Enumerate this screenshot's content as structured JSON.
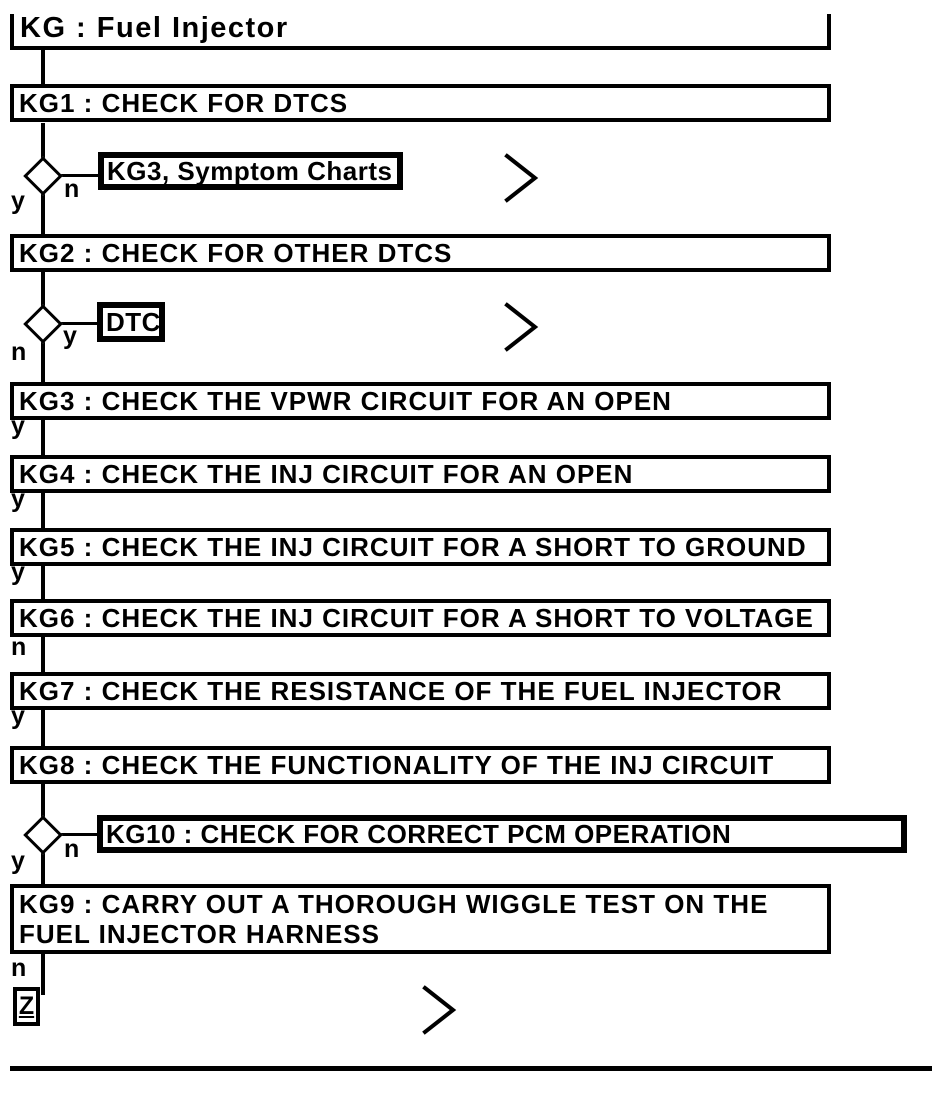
{
  "diagram": {
    "title": "KG : Fuel Injector",
    "steps": {
      "kg1": "KG1 : CHECK FOR DTCS",
      "kg2": "KG2 : CHECK FOR OTHER DTCS",
      "kg3": "KG3 : CHECK THE VPWR CIRCUIT FOR AN OPEN",
      "kg4": "KG4 : CHECK THE INJ CIRCUIT FOR AN OPEN",
      "kg5": "KG5 : CHECK THE INJ CIRCUIT FOR A SHORT TO GROUND",
      "kg6": "KG6 : CHECK THE INJ CIRCUIT FOR A SHORT TO VOLTAGE",
      "kg7": "KG7 : CHECK THE RESISTANCE OF THE FUEL INJECTOR",
      "kg8": "KG8 : CHECK THE FUNCTIONALITY OF THE INJ CIRCUIT",
      "kg9_line1": "KG9 : CARRY OUT A THOROUGH WIGGLE TEST ON THE",
      "kg9_line2": "FUEL INJECTOR HARNESS"
    },
    "links": {
      "symptom_charts": "KG3, Symptom Charts",
      "dtc": "DTC",
      "kg10": "KG10 : CHECK FOR CORRECT PCM OPERATION",
      "end_z": "Z"
    },
    "branches": {
      "d1_down": "y",
      "d1_side": "n",
      "d2_down": "n",
      "d2_side": "y",
      "kg3_exit": "y",
      "kg4_exit": "y",
      "kg5_exit": "y",
      "kg6_exit": "n",
      "kg7_exit": "y",
      "d3_down": "y",
      "d3_side": "n",
      "kg9_exit": "n"
    },
    "colors": {
      "ink": "#000000",
      "paper": "#ffffff"
    }
  }
}
